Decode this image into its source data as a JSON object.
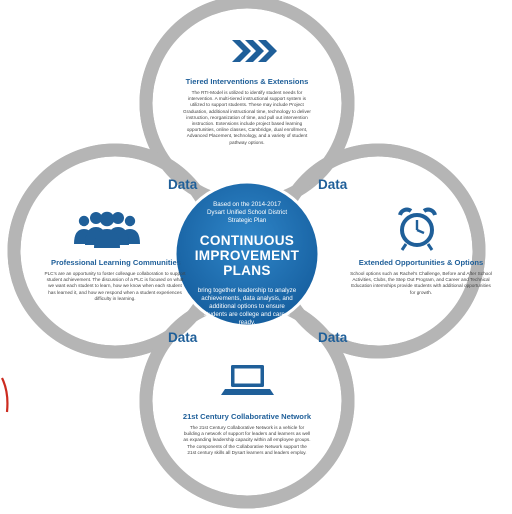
{
  "center": {
    "subtitle": "Based on the 2014-2017 Dysart Unified School District Strategic Plan",
    "title": "CONTINUOUS IMPROVEMENT PLANS",
    "body": "bring together leadership to analyze achievements, data analysis, and additional options to ensure students are college and career ready."
  },
  "sections": {
    "top": {
      "title": "Tiered Interventions & Extensions",
      "body": "The RTI-Model is utilized to identify student needs for intervention. A multi-tiered instructional support system is utilized to support students. These may include Project Graduation, additional instructional time, technology to deliver instruction, reorganization of time, and pull out intervention instruction. Extensions include project based learning opportunities, online classes, Cambridge, dual enrollment, Advanced Placement, technology, and a variety of student pathway options.",
      "icon": "chevrons-right-icon"
    },
    "left": {
      "title": "Professional Learning Communities",
      "body": "PLC's are an opportunity to foster colleague collaboration to support student achievement. The discussion of a PLC is focused on what we want each student to learn, how we know when each student has learned it, and how we respond when a student experiences difficulty in learning.",
      "icon": "people-group-icon"
    },
    "right": {
      "title": "Extended Opportunities & Options",
      "body": "School options such as Rachel's Challenge, Before and After School Activities, Clubs, the Step Out Program, and Career and Technical Education internships provide students with additional opportunities for growth.",
      "icon": "alarm-clock-icon"
    },
    "bottom": {
      "title": "21st Century Collaborative Network",
      "body": "The 21st Century Collaborative Network is a vehicle for building a network of support for leaders and learners as well as expanding leadership capacity within all employee groups. The components of the Collaborative Network support the 21st century skills all Dysart learners and leaders employ.",
      "icon": "laptop-icon"
    }
  },
  "data_labels": {
    "top_left": "Data",
    "top_right": "Data",
    "bottom_left": "Data",
    "bottom_right": "Data"
  },
  "colors": {
    "accent_blue": "#1f5f99",
    "ring_gray": "#b5b5b5",
    "center_blue": "#1a6fb5"
  }
}
